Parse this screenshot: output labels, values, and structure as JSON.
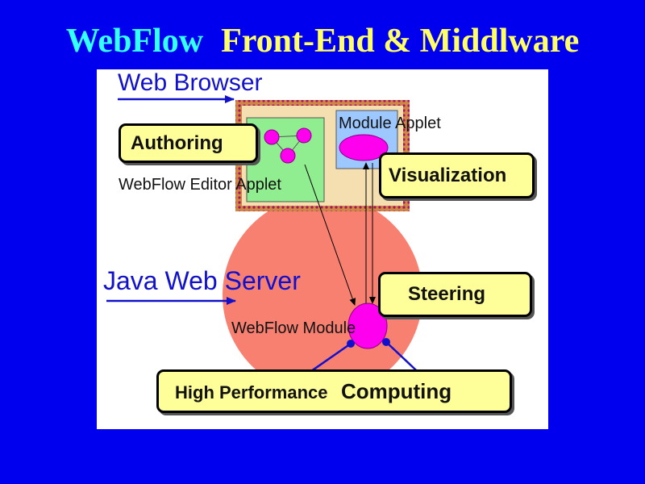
{
  "title": {
    "part1": "WebFlow",
    "part2": "Front-End & Middlware"
  },
  "diagram": {
    "web_browser": "Web Browser",
    "authoring": "Authoring",
    "module_applet": "Module Applet",
    "visualization": "Visualization",
    "editor_applet": "WebFlow Editor Applet",
    "java_web_server": "Java Web Server",
    "steering": "Steering",
    "webflow_module": "WebFlow Module",
    "hpc_part1": "High Performance",
    "hpc_part2": "Computing"
  },
  "colors": {
    "background": "#0000ee",
    "title_part1": "#33ffff",
    "title_part2": "#ffff66",
    "server_circle": "#f88070",
    "module_node": "#ff00ee",
    "label_box": "#ffff99",
    "applet_frame": "#f5deb0",
    "editor_area": "#90ee90",
    "module_area": "#9cc8ff",
    "accent_blue": "#1111cc"
  }
}
